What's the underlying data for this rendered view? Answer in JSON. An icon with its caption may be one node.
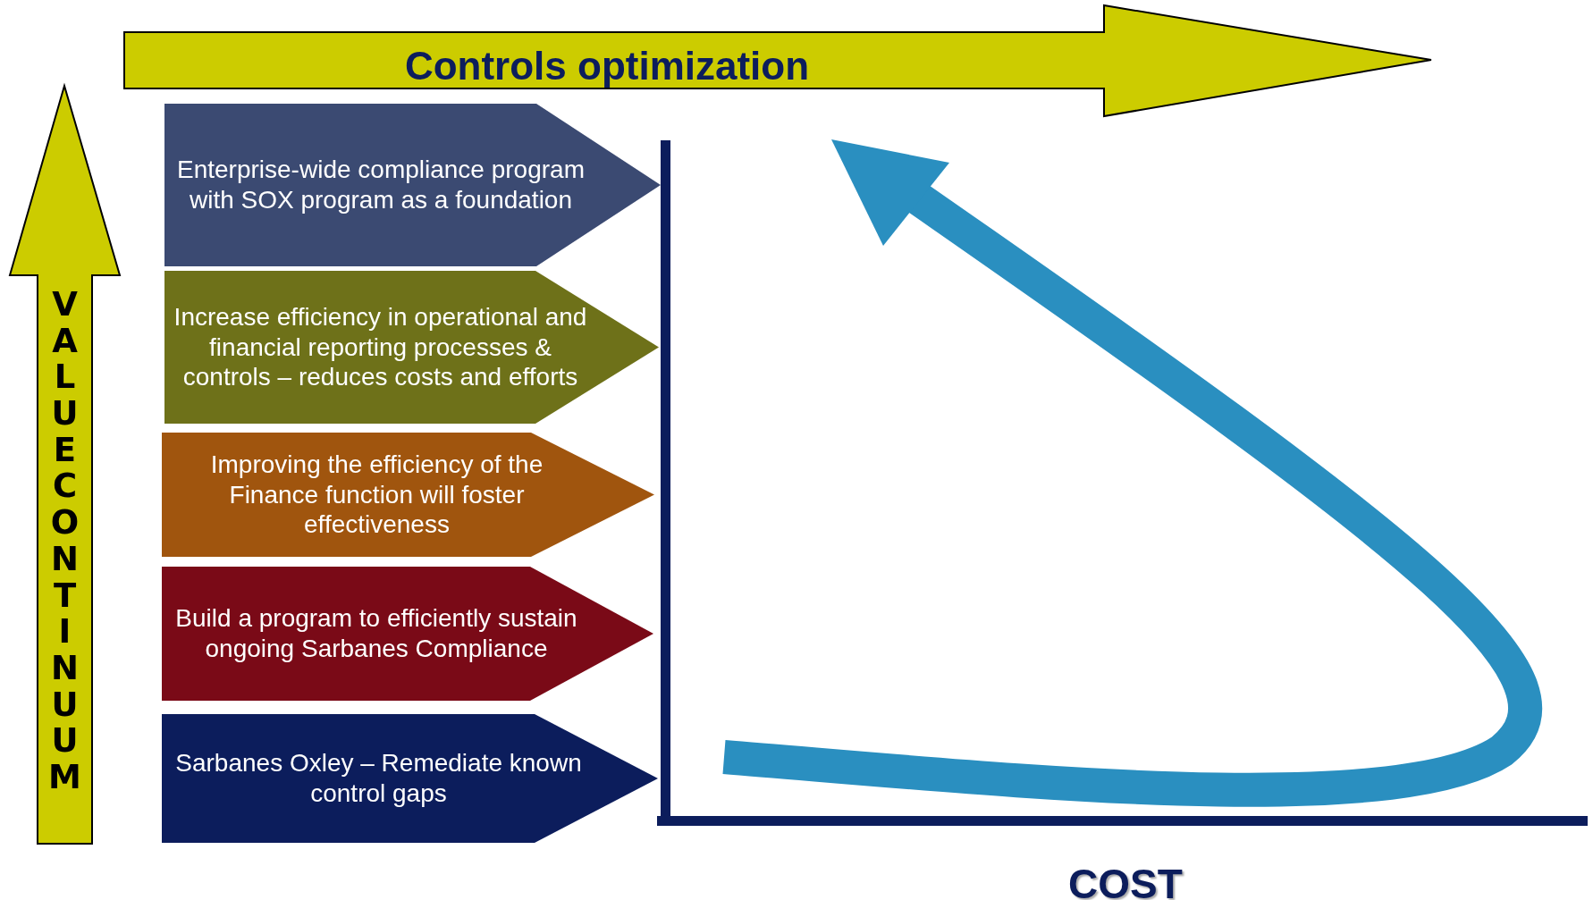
{
  "diagram": {
    "nodes": [
      {
        "text": [
          "Controls optimization"
        ]
      },
      {
        "text": [
          "VALUE CONTINUUM"
        ]
      },
      {
        "text": [
          "Enterprise-wide compliance program with SOX program as a foundation"
        ]
      },
      {
        "text": [
          "Increase efficiency in operational and financial reporting processes & controls – reduces costs and efforts"
        ]
      },
      {
        "text": [
          "Improving the efficiency of the Finance function will foster effectiveness"
        ]
      },
      {
        "text": [
          "Build a program to efficiently sustain ongoing Sarbanes Compliance"
        ]
      },
      {
        "text": [
          "Sarbanes Oxley –  Remediate known control gaps"
        ]
      }
    ],
    "labels": [
      "COST"
    ]
  }
}
